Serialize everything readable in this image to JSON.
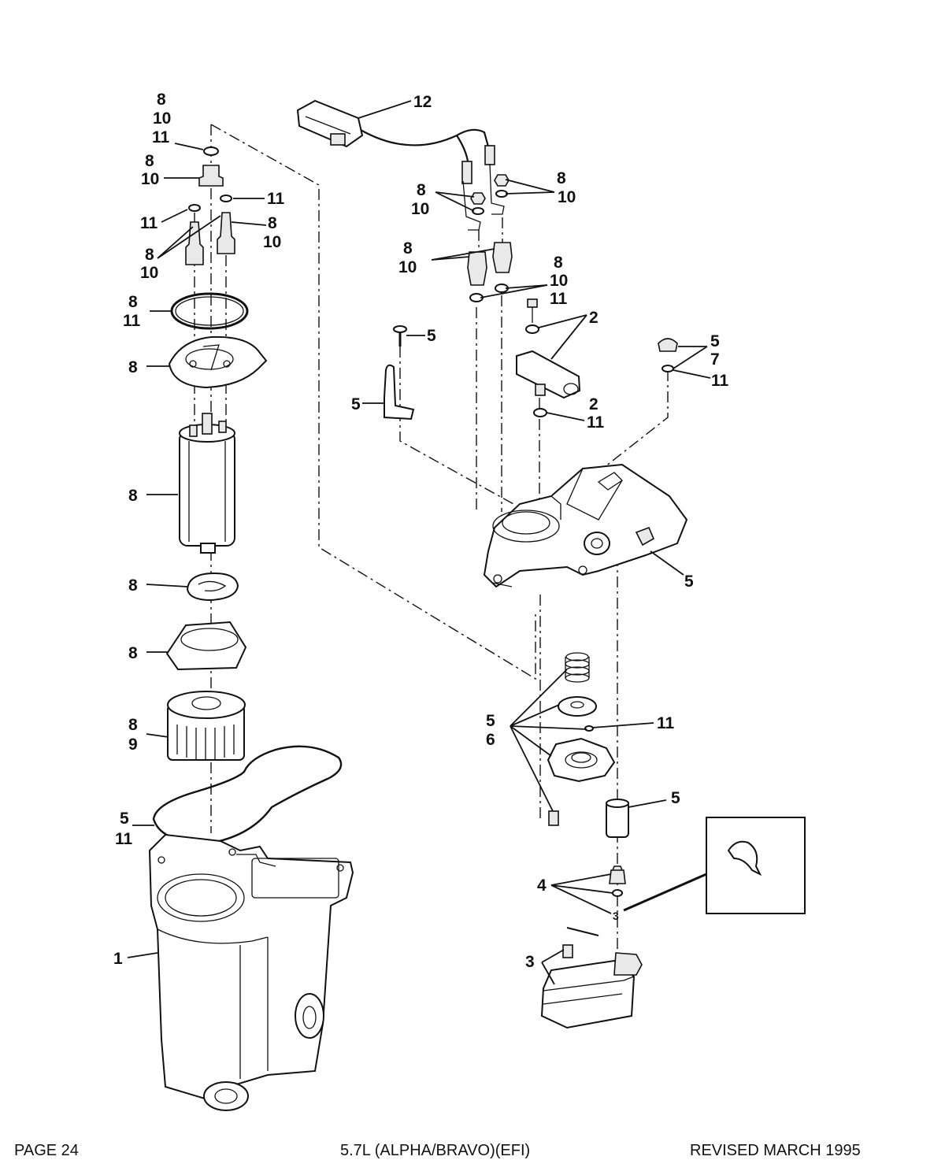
{
  "footer": {
    "page": "PAGE 24",
    "model": "5.7L (ALPHA/BRAVO)(EFI)",
    "revised": "REVISED MARCH 1995"
  },
  "callouts": {
    "c1": "8",
    "c2": "10",
    "c3": "11",
    "c4": "8",
    "c5": "10",
    "c6": "11",
    "c7": "11",
    "c8": "8",
    "c9": "10",
    "c10": "8",
    "c11": "10",
    "c12": "8",
    "c13": "11",
    "c14": "8",
    "c15": "8",
    "c16": "8",
    "c17": "8",
    "c18": "8",
    "c19": "9",
    "c20": "5",
    "c21": "11",
    "c22": "1",
    "c23": "12",
    "c24": "8",
    "c25": "10",
    "c26": "8",
    "c27": "10",
    "c28": "8",
    "c29": "10",
    "c30": "8",
    "c31": "10",
    "c32": "11",
    "c33": "2",
    "c34": "5",
    "c35": "5",
    "c36": "5",
    "c37": "7",
    "c38": "11",
    "c39": "2",
    "c40": "11",
    "c41": "5",
    "c42": "5",
    "c43": "6",
    "c44": "11",
    "c45": "5",
    "c46": "4",
    "c47": "3"
  }
}
